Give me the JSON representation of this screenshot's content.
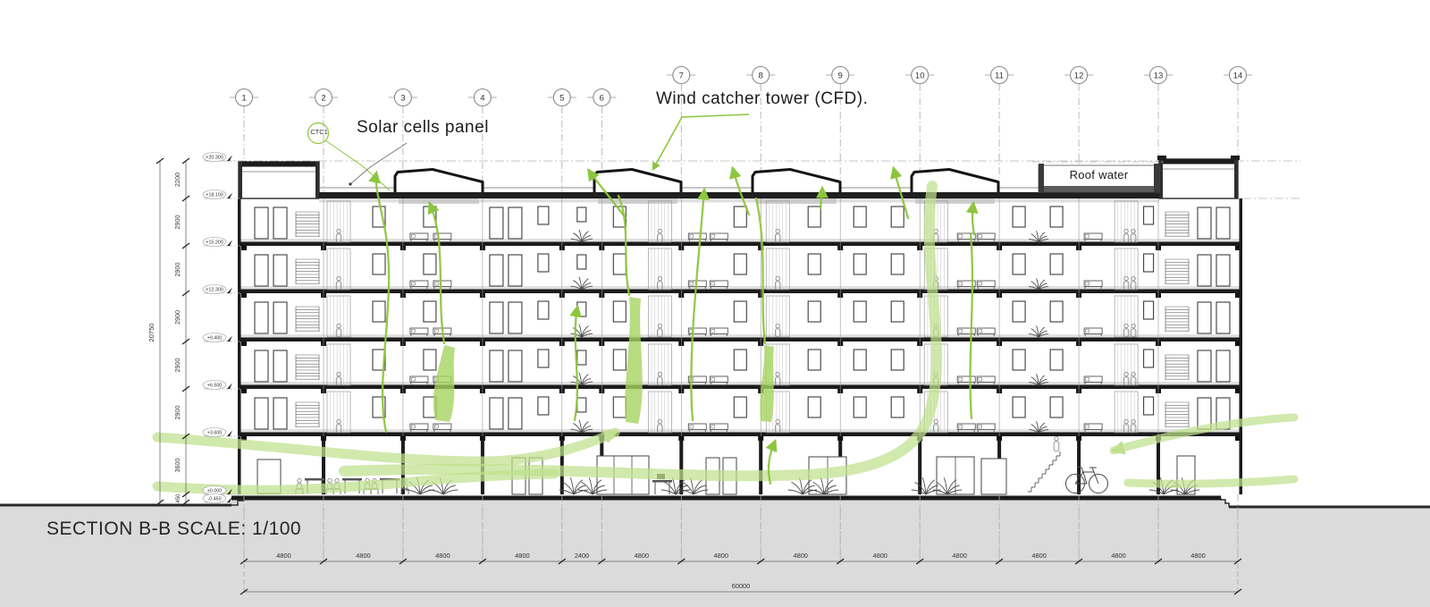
{
  "title": {
    "section_label": "SECTION B-B SCALE: 1/100"
  },
  "annotations": {
    "solar": "Solar cells panel",
    "wind": "Wind catcher tower (CFD).",
    "roof_water": "Roof water",
    "ctc1": "CTC1"
  },
  "grid": {
    "numbers": [
      "1",
      "2",
      "3",
      "4",
      "5",
      "6",
      "7",
      "8",
      "9",
      "10",
      "11",
      "12",
      "13",
      "14"
    ],
    "bay_dims": [
      "4800",
      "4800",
      "4800",
      "4800",
      "2400",
      "4800",
      "4800",
      "4800",
      "4800",
      "4800",
      "4800",
      "4800",
      "4800"
    ],
    "total_dim": "60000"
  },
  "levels": {
    "elevations": [
      "+20.300",
      "+18.100",
      "+15.200",
      "+12.300",
      "+9.400",
      "+6.500",
      "+3.600",
      "±0.000",
      "-0.450"
    ],
    "floor_heights": [
      "2200",
      "2900",
      "2900",
      "2900",
      "2900",
      "2900",
      "3600",
      "450"
    ],
    "total_height": "20750"
  },
  "colors": {
    "green_line": "#8CC63E",
    "green_band": "#BFE08E",
    "green_blob": "#A6D360",
    "ground_gray": "#DBDBDB",
    "line_dark": "#1C1C1C"
  }
}
